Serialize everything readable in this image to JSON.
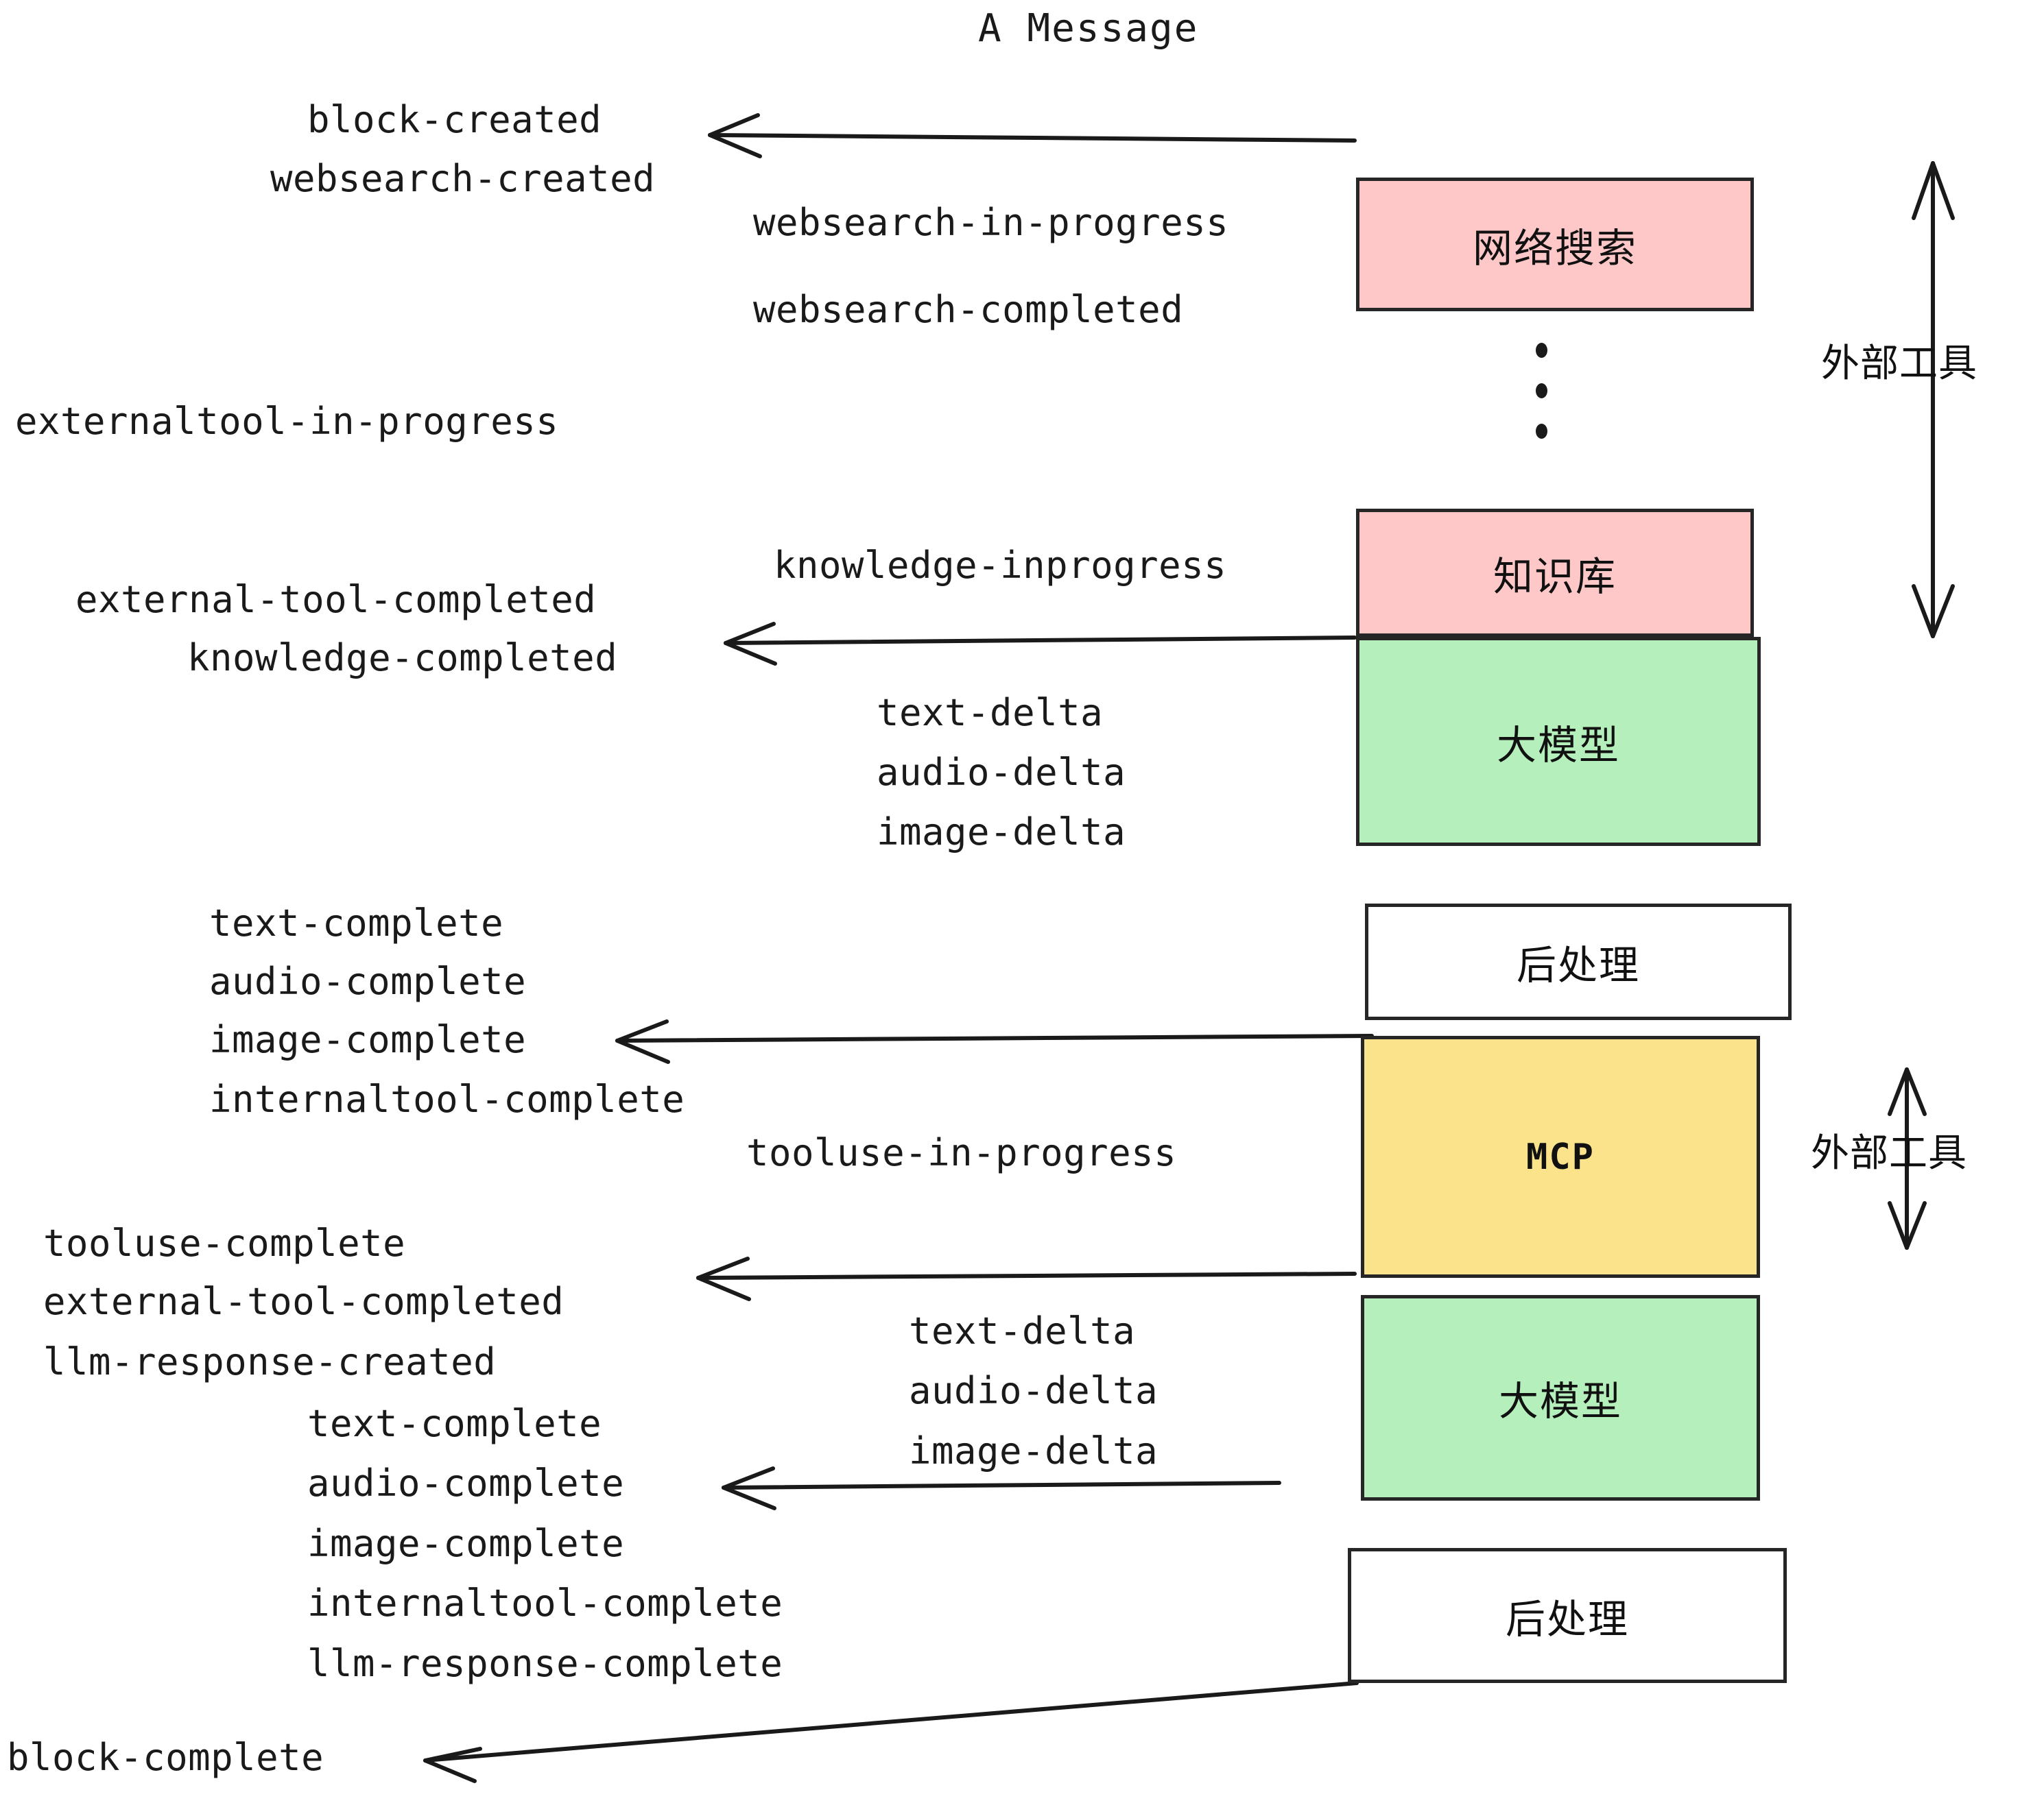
{
  "diagram": {
    "title": "A Message",
    "boxes": [
      {
        "id": "websearch",
        "label": "网络搜索",
        "color": "#FFC8C8"
      },
      {
        "id": "knowledge",
        "label": "知识库",
        "color": "#FFC8C8"
      },
      {
        "id": "llm-1",
        "label": "大模型",
        "color": "#B5F0BC"
      },
      {
        "id": "post-1",
        "label": "后处理",
        "color": "#FFFFFF"
      },
      {
        "id": "mcp",
        "label": "MCP",
        "color": "#FAE38A"
      },
      {
        "id": "llm-2",
        "label": "大模型",
        "color": "#B5F0BC"
      },
      {
        "id": "post-2",
        "label": "后处理",
        "color": "#FFFFFF"
      }
    ],
    "side_labels": [
      {
        "id": "external-tool-top",
        "text": "外部工具"
      },
      {
        "id": "external-tool-bottom",
        "text": "外部工具"
      }
    ],
    "events": [
      {
        "id": "block-created",
        "text": "block-created"
      },
      {
        "id": "websearch-created",
        "text": "websearch-created"
      },
      {
        "id": "websearch-in-progress",
        "text": "websearch-in-progress"
      },
      {
        "id": "websearch-completed",
        "text": "websearch-completed"
      },
      {
        "id": "externaltool-in-progress",
        "text": "externaltool-in-progress"
      },
      {
        "id": "knowledge-inprogress",
        "text": "knowledge-inprogress"
      },
      {
        "id": "external-tool-completed-1",
        "text": "external-tool-completed"
      },
      {
        "id": "knowledge-completed",
        "text": "knowledge-completed"
      },
      {
        "id": "text-delta-1",
        "text": "text-delta"
      },
      {
        "id": "audio-delta-1",
        "text": "audio-delta"
      },
      {
        "id": "image-delta-1",
        "text": "image-delta"
      },
      {
        "id": "text-complete-1",
        "text": "text-complete"
      },
      {
        "id": "audio-complete-1",
        "text": "audio-complete"
      },
      {
        "id": "image-complete-1",
        "text": "image-complete"
      },
      {
        "id": "internaltool-complete-1",
        "text": "internaltool-complete"
      },
      {
        "id": "tooluse-in-progress",
        "text": "tooluse-in-progress"
      },
      {
        "id": "tooluse-complete",
        "text": "tooluse-complete"
      },
      {
        "id": "external-tool-completed-2",
        "text": "external-tool-completed"
      },
      {
        "id": "llm-response-created",
        "text": "llm-response-created"
      },
      {
        "id": "text-delta-2",
        "text": "text-delta"
      },
      {
        "id": "audio-delta-2",
        "text": "audio-delta"
      },
      {
        "id": "image-delta-2",
        "text": "image-delta"
      },
      {
        "id": "text-complete-2",
        "text": "text-complete"
      },
      {
        "id": "audio-complete-2",
        "text": "audio-complete"
      },
      {
        "id": "image-complete-2",
        "text": "image-complete"
      },
      {
        "id": "internaltool-complete-2",
        "text": "internaltool-complete"
      },
      {
        "id": "llm-response-complete",
        "text": "llm-response-complete"
      },
      {
        "id": "block-complete",
        "text": "block-complete"
      }
    ],
    "colors": {
      "pink": "#FFC8C8",
      "green": "#B5F0BC",
      "yellow": "#FAE38A",
      "white": "#FFFFFF",
      "stroke": "#262626",
      "text": "#1a1a1a"
    }
  }
}
